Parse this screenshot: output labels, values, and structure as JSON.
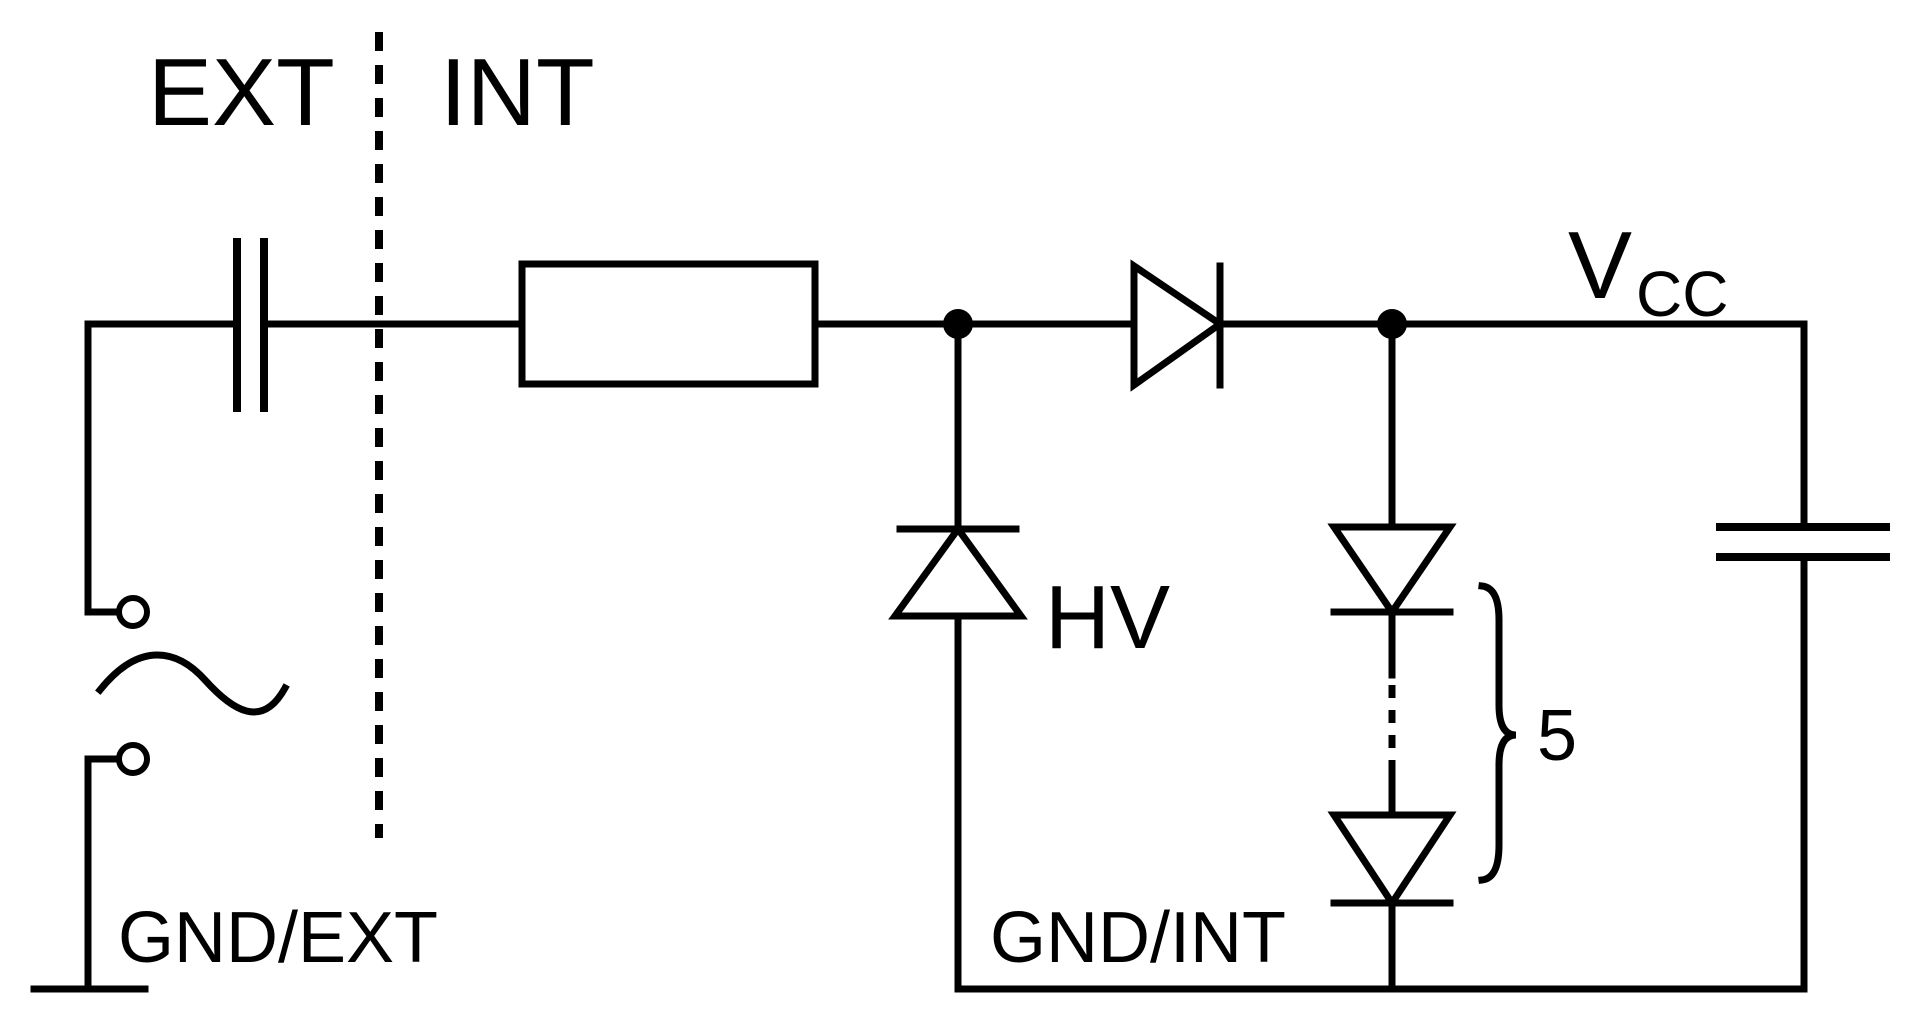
{
  "labels": {
    "ext": "EXT",
    "int": "INT",
    "vcc_main": "V",
    "vcc_sub": "CC",
    "hv": "HV",
    "count": "5",
    "gnd_ext": "GND/EXT",
    "gnd_int": "GND/INT"
  },
  "colors": {
    "line": "#000000",
    "background": "#ffffff"
  }
}
